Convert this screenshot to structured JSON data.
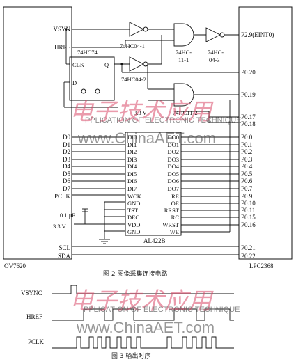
{
  "fig2": {
    "caption": "图 2  图像采集连接电路",
    "left_chip": "OV7620",
    "right_chip": "LPC2368",
    "fifo_chip": "AL422B",
    "and_gate_1": "74HC-\n11-1",
    "and_gate_2": "74HC11-2",
    "inv_1": "74HC04-1",
    "inv_2": "74HC04-2",
    "inv_3": "74HC-\n04-3",
    "flipflop": "74HC74",
    "ff_clk": "CLK",
    "ff_q": "Q",
    "ff_d": "D",
    "supply": "3.3 V",
    "supply2": "3.3 V",
    "cap": "0.1 μF",
    "left_signals": [
      "VSYN",
      "HREF",
      "D0",
      "D1",
      "D2",
      "D3",
      "D4",
      "D5",
      "D6",
      "D7",
      "PCLK",
      "SCL",
      "SDA"
    ],
    "fifo_left_pins": [
      "DI0",
      "DI1",
      "DI2",
      "DI3",
      "DI4",
      "DI5",
      "DI6",
      "DI7",
      "WCK",
      "GND",
      "TST",
      "DEC",
      "VDD",
      "GND"
    ],
    "fifo_right_pins": [
      "DO0",
      "DO1",
      "DO2",
      "DO3",
      "DO4",
      "DO5",
      "DO6",
      "DO7",
      "RE",
      "OE",
      "RRST",
      "RC",
      "WRST",
      "WE"
    ],
    "right_ports": [
      "P2.9(EINT0)",
      "P0.20",
      "P0.19",
      "P0.17",
      "P0.18",
      "P0.0",
      "P0.1",
      "P0.2",
      "P0.3",
      "P0.4",
      "P0.5",
      "P0.6",
      "P0.7",
      "P0.9",
      "P0.10",
      "P0.11",
      "P0.15",
      "P0.16",
      "P0.21",
      "P0.22"
    ]
  },
  "fig3": {
    "caption": "图 3  输出时序",
    "signals": [
      "VSYNC",
      "HREF",
      "PCLK"
    ]
  },
  "watermark": {
    "line1": "电子技术应用",
    "line2": "PPLICATION OF ELECTRONIC TECHNIQUE",
    "line3": "www.ChinaAET.com"
  }
}
